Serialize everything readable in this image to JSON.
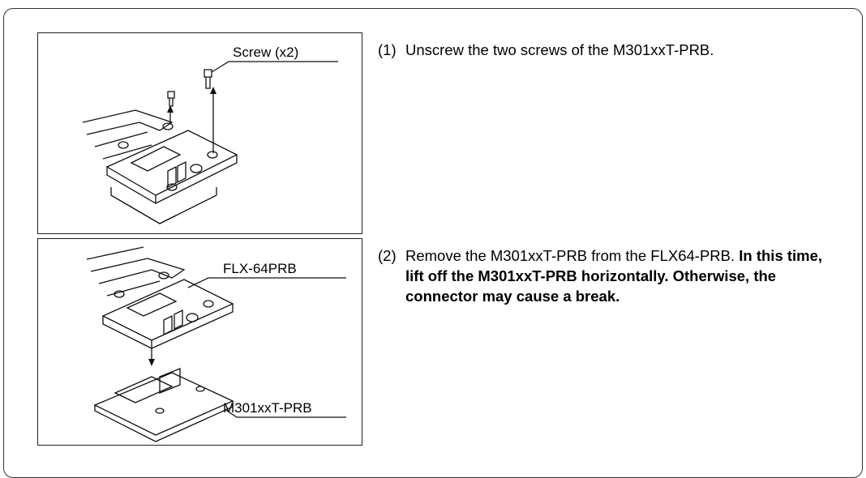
{
  "figure_top": {
    "callout": "Screw (x2)"
  },
  "figure_bottom": {
    "callout_upper": "FLX-64PRB",
    "callout_lower": "M301xxT-PRB"
  },
  "step1": {
    "number": "(1)",
    "text": "Unscrew the two screws of the M301xxT-PRB."
  },
  "step2": {
    "number": "(2)",
    "text": "Remove the M301xxT-PRB from the FLX64-PRB.",
    "emphasis": "In this time, lift off the M301xxT-PRB horizontally. Otherwise, the connector may cause a break."
  }
}
